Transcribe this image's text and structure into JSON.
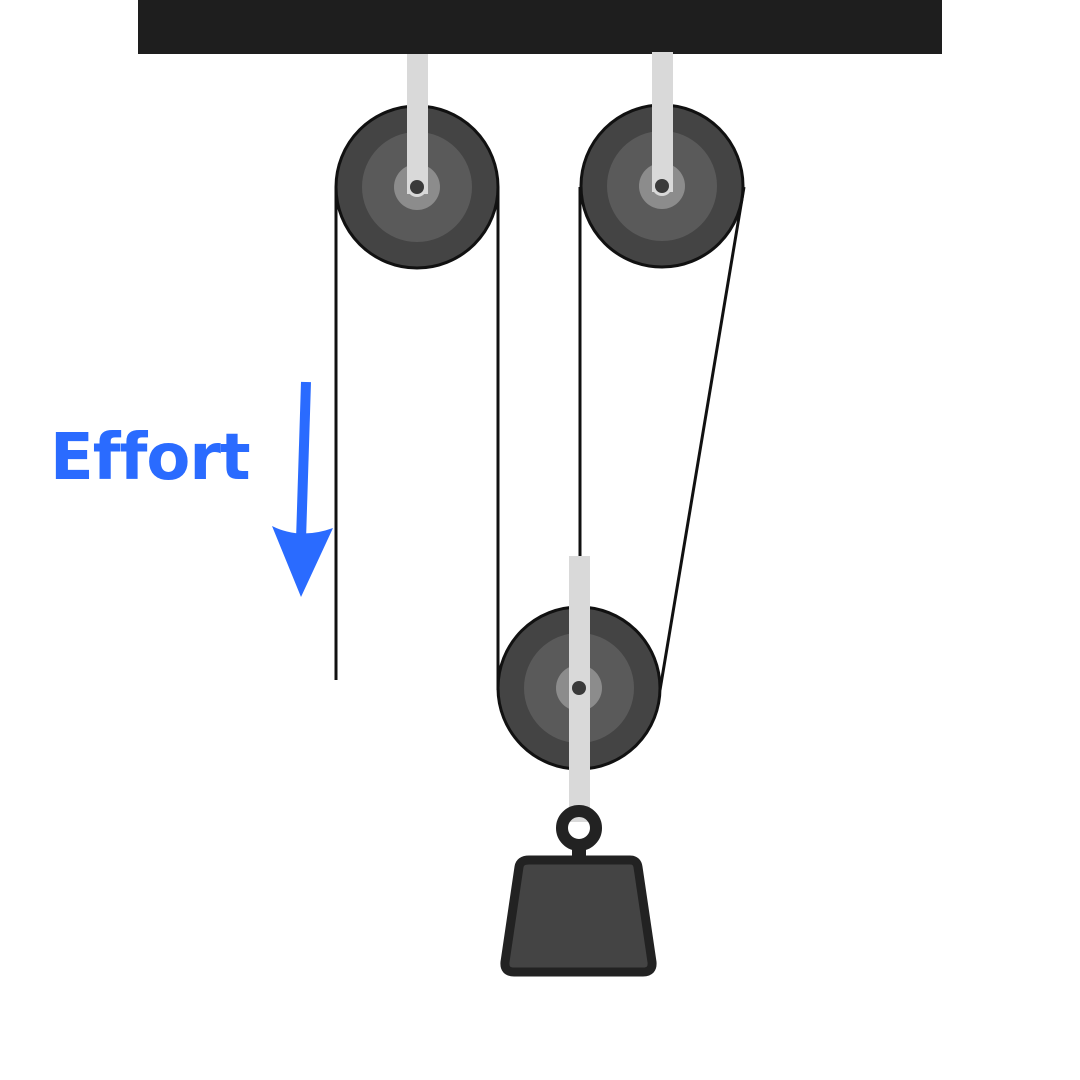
{
  "labels": {
    "effort": "Effort"
  },
  "colors": {
    "effort_blue": "#2a6bff",
    "ceiling": "#1e1e1e",
    "pulley_outer": "#444444",
    "pulley_mid": "#5a5a5a",
    "pulley_hub": "#8c8c8c",
    "axle": "#3a3a3a",
    "strap": "#d9d9d9",
    "rope": "#111111",
    "weight_fill": "#444444",
    "weight_outline": "#222222"
  },
  "icons": {
    "ceiling": "ceiling-beam",
    "fixed_pulleys": "pulley-wheel",
    "movable_pulley": "pulley-wheel",
    "load": "weight-icon",
    "effort_arrow": "arrow-down-icon"
  }
}
